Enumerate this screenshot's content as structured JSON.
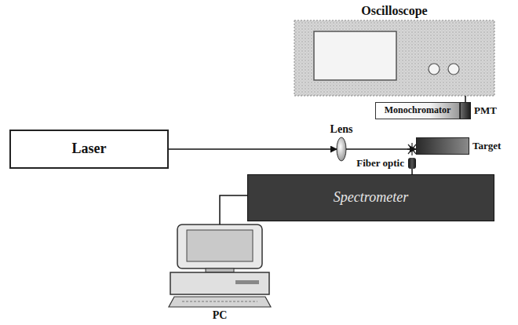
{
  "diagram": {
    "nodes": [
      {
        "text": [
          "Oscilloscope"
        ]
      },
      {
        "text": [
          "PMT"
        ]
      },
      {
        "text": [
          "Monochromator"
        ]
      },
      {
        "text": [
          "Laser"
        ]
      },
      {
        "text": [
          "Lens"
        ]
      },
      {
        "text": [
          "Target"
        ]
      },
      {
        "text": [
          "Fiber optic"
        ]
      },
      {
        "text": [
          "Spectrometer"
        ]
      },
      {
        "text": [
          "PC"
        ]
      }
    ],
    "edges": [
      {
        "from": 3,
        "to": 4,
        "arrow": "to"
      },
      {
        "from": 4,
        "to": 5,
        "arrow": "to"
      },
      {
        "from": 0,
        "to": 1,
        "arrow": "none"
      },
      {
        "from": 6,
        "to": 7,
        "arrow": "none"
      },
      {
        "from": 7,
        "to": 8,
        "arrow": "none"
      }
    ]
  }
}
